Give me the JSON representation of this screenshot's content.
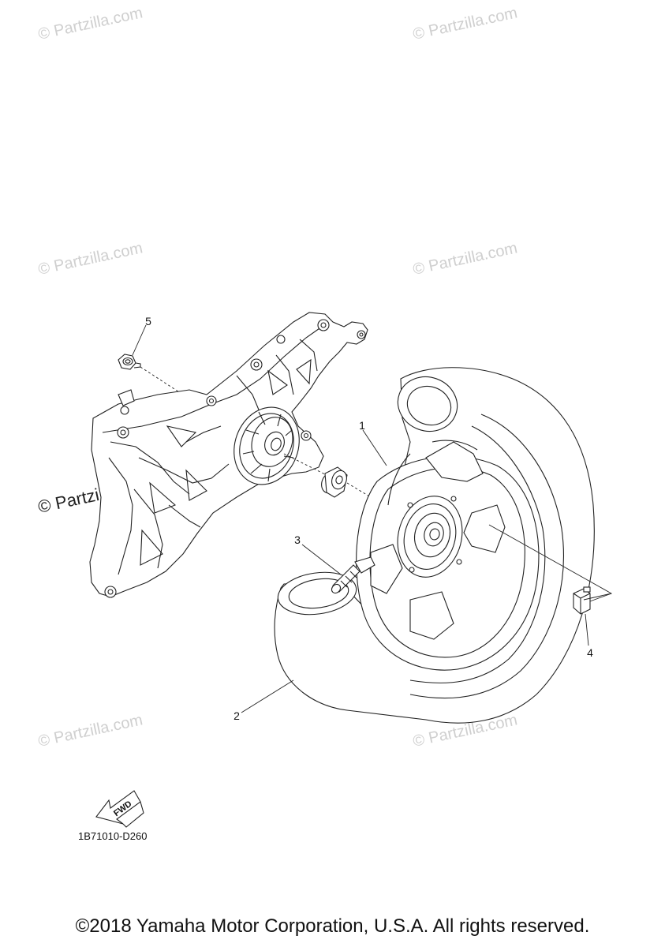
{
  "watermark_text": "© Partzilla.com",
  "callouts": {
    "c1": "1",
    "c2": "2",
    "c3": "3",
    "c4": "4",
    "c5": "5"
  },
  "fwd_label": "FWD",
  "drawing_code": "1B71010-D260",
  "copyright": "©2018 Yamaha Motor Corporation, U.S.A. All rights reserved."
}
